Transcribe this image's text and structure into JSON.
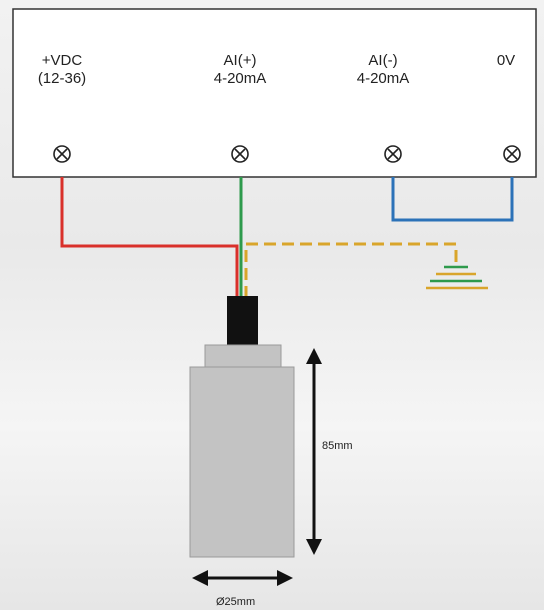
{
  "terminals": [
    {
      "id": "vdc",
      "line1": "+VDC",
      "line2": "(12-36)"
    },
    {
      "id": "ai-plus",
      "line1": "AI(+)",
      "line2": "4-20mA"
    },
    {
      "id": "ai-minus",
      "line1": "AI(-)",
      "line2": "4-20mA"
    },
    {
      "id": "zero-v",
      "line1": "0V",
      "line2": ""
    }
  ],
  "dimensions": {
    "height": "85mm",
    "diameter": "Ø25mm"
  },
  "colors": {
    "wire_red": "#d9302a",
    "wire_green": "#2e9a4c",
    "wire_blue": "#2c72b8",
    "shield": "#d9a52b",
    "sensor_body": "#c3c3c3",
    "connector": "#111111"
  }
}
